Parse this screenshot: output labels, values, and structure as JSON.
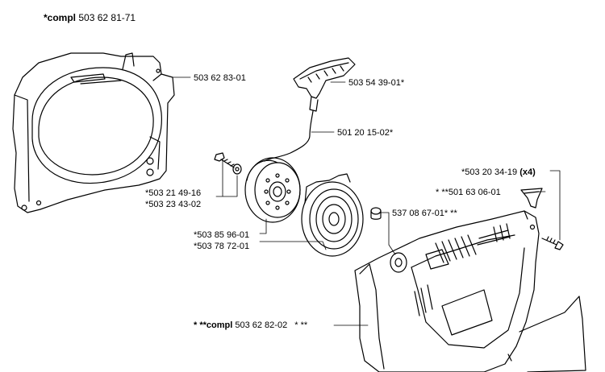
{
  "assembly": {
    "prefix": "*compl",
    "number": "503 62 81-71"
  },
  "parts": {
    "fan_housing": "503 62 83-01",
    "starter_handle": "503 54 39-01*",
    "starter_cord": "501 20 15-02*",
    "screw_a": "*503 21 49-16",
    "washer_a": "*503 23 43-02",
    "pulley": "*503 85 96-01",
    "spring_cassette": "*503 78 72-01",
    "bushing": "537 08 67-01* **",
    "screw_x4_number": "*503 20 34-19",
    "screw_x4_qty": "(x4)",
    "cone_cap": "* **501 63 06-01",
    "starter_cover_prefix": "* **compl",
    "starter_cover_number": "503 62 82-02",
    "starter_cover_suffix": "* **"
  }
}
